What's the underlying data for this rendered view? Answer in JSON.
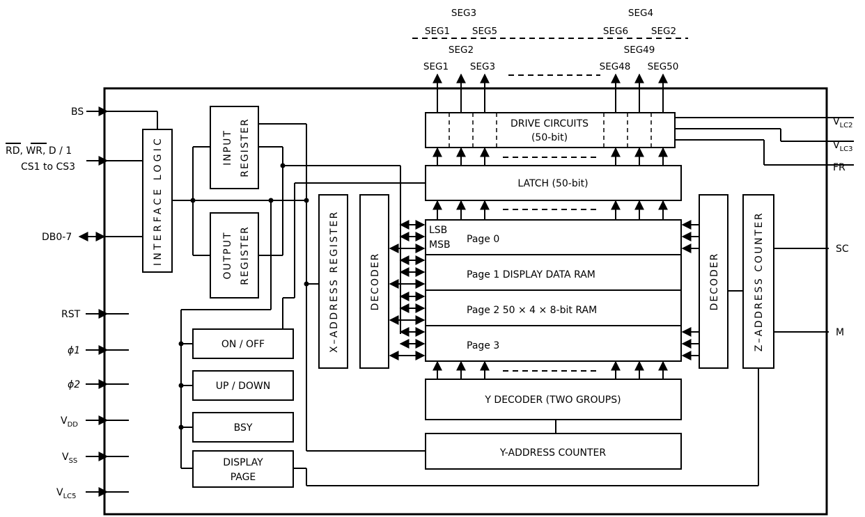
{
  "segments": {
    "row_top": {
      "a": "SEG3",
      "b": "SEG4"
    },
    "row_mid": {
      "a": "SEG1",
      "b": "SEG5",
      "c": "SEG6",
      "d": "SEG2"
    },
    "row_low": {
      "a": "SEG2",
      "b": "SEG49"
    },
    "row_out": {
      "a": "SEG1",
      "b": "SEG3",
      "c": "SEG48",
      "d": "SEG50"
    }
  },
  "left_pins": {
    "bs": "BS",
    "rd_wr_line1": "RD, WR, D / 1",
    "cs_line2": "CS1 to CS3",
    "db": "DB0-7",
    "rst": "RST",
    "phi1": "ϕ1",
    "phi2": "ϕ2",
    "vdd": "V",
    "vdd_sub": "DD",
    "vss": "V",
    "vss_sub": "SS",
    "vlc5": "V",
    "vlc5_sub": "LC5"
  },
  "right_pins": {
    "vlc2": "V",
    "vlc2_sub": "LC2",
    "vlc3": "V",
    "vlc3_sub": "LC3",
    "fr": "FR",
    "sc": "SC",
    "m": "M"
  },
  "blocks": {
    "interface_logic": "INTERFACE LOGIC",
    "input_register_l1": "INPUT",
    "input_register_l2": "REGISTER",
    "output_register_l1": "OUTPUT",
    "output_register_l2": "REGISTER",
    "x_address_register": "X–ADDRESS REGISTER",
    "decoder_left": "DECODER",
    "decoder_right": "DECODER",
    "z_address_counter": "Z–ADDRESS COUNTER",
    "drive_circuits_l1": "DRIVE CIRCUITS",
    "drive_circuits_l2": "(50-bit)",
    "latch": "LATCH (50-bit)",
    "lsb": "LSB",
    "msb": "MSB",
    "page0": "Page 0",
    "page1": "Page 1 DISPLAY DATA RAM",
    "page2": "Page 2 50 × 4 × 8-bit RAM",
    "page3": "Page 3",
    "y_decoder": "Y DECODER (TWO GROUPS)",
    "y_address_counter": "Y-ADDRESS COUNTER",
    "on_off": "ON / OFF",
    "up_down": "UP / DOWN",
    "bsy": "BSY",
    "display_page_l1": "DISPLAY",
    "display_page_l2": "PAGE"
  }
}
